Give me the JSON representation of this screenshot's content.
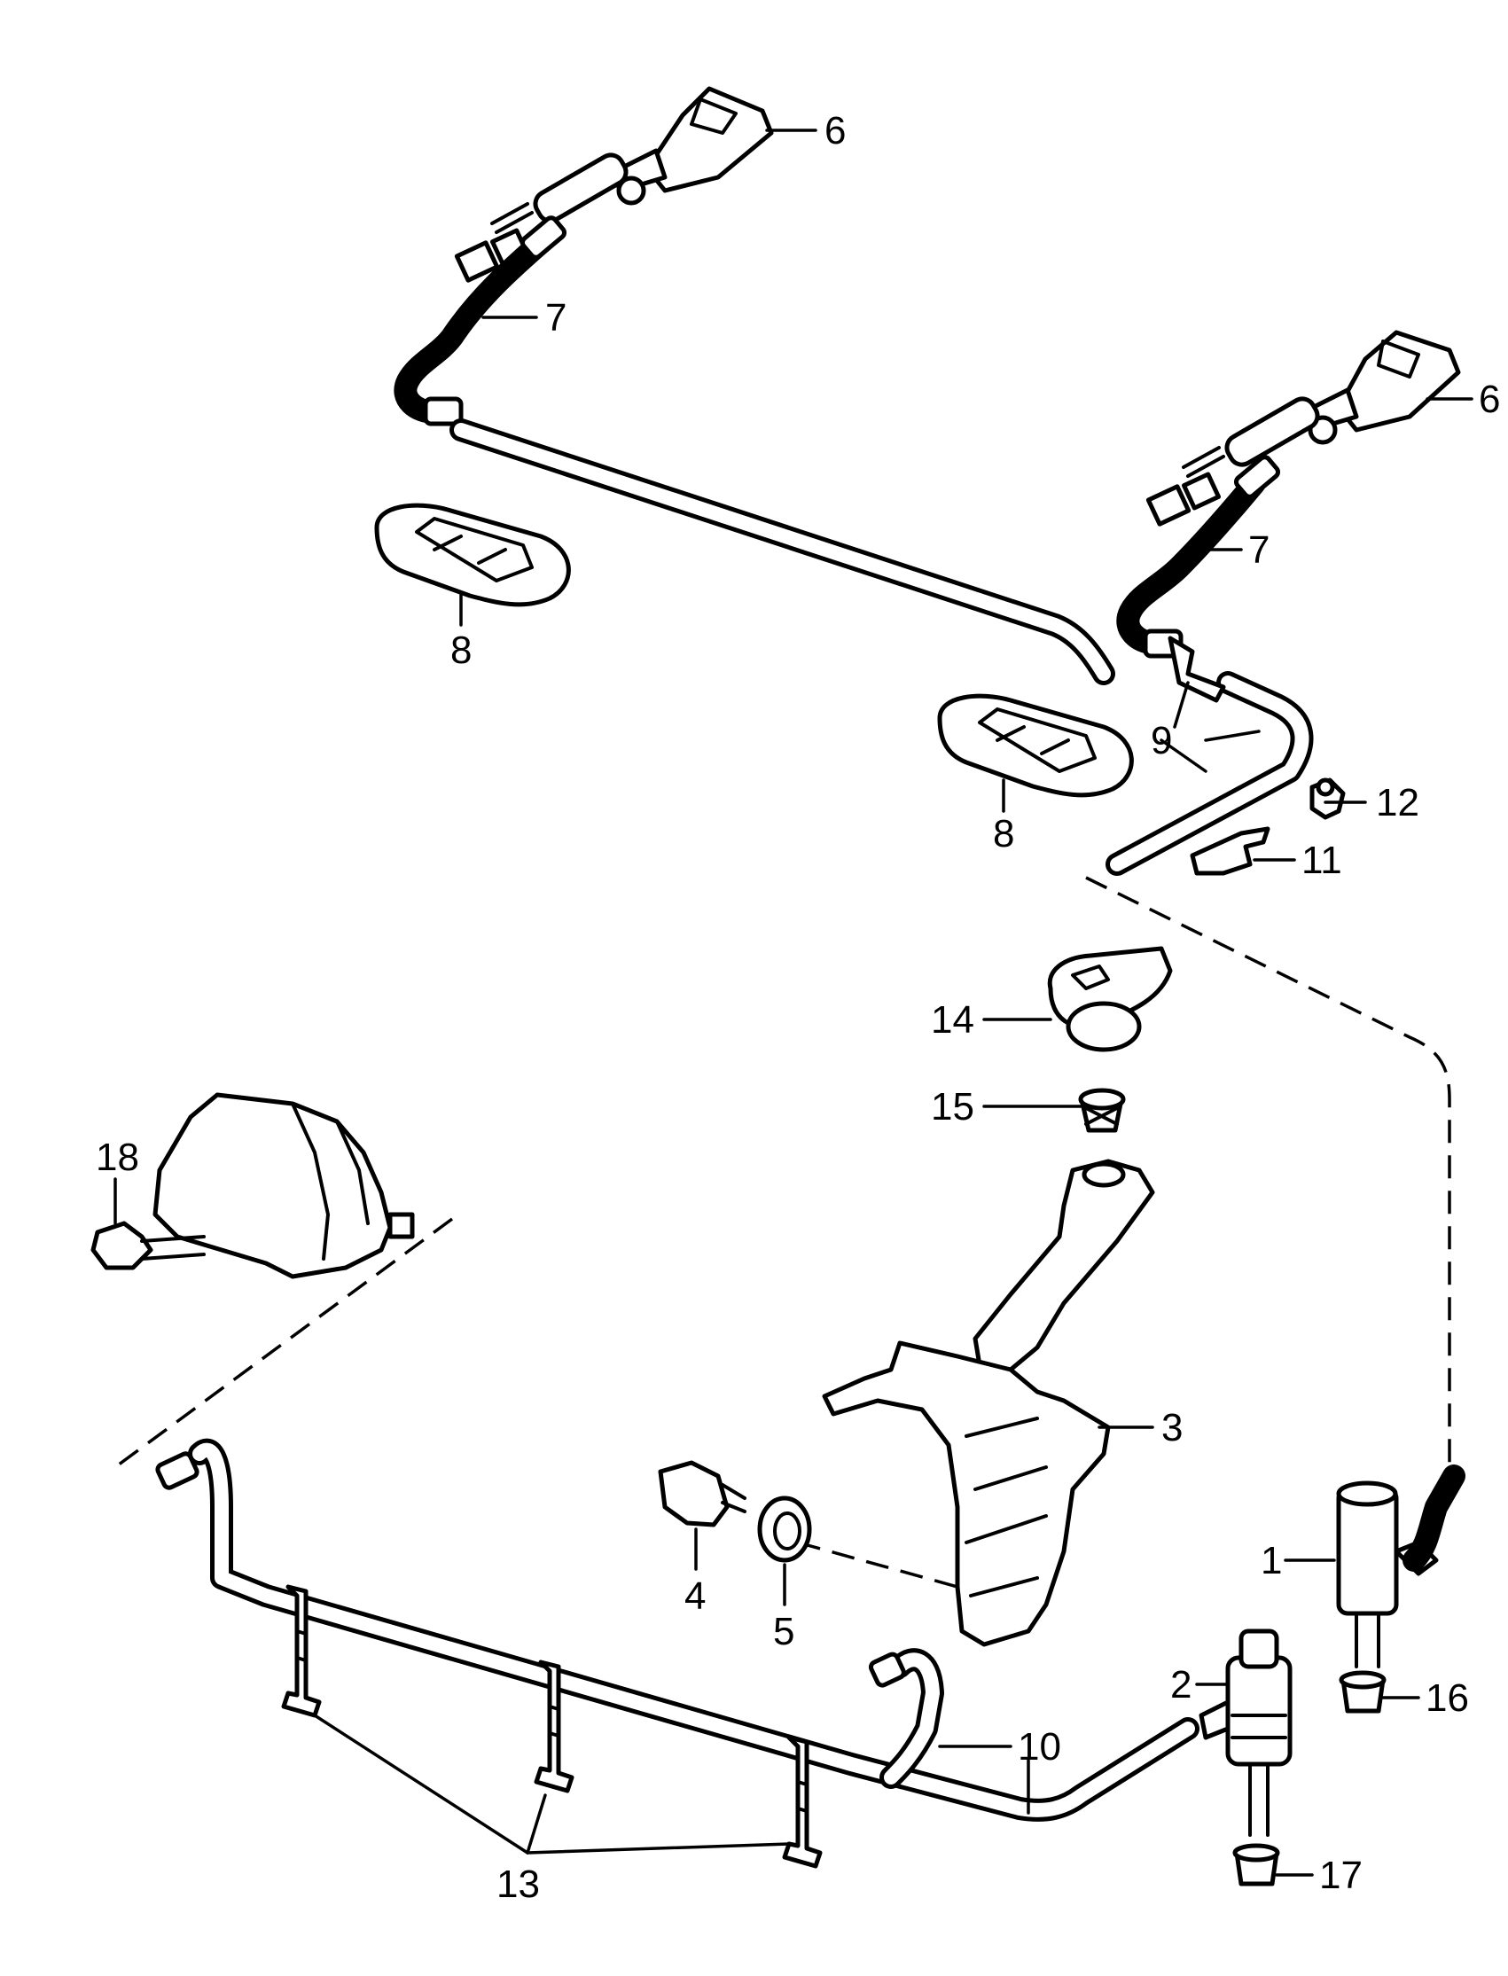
{
  "callouts": {
    "c1": "1",
    "c2": "2",
    "c3": "3",
    "c4": "4",
    "c5": "5",
    "c6a": "6",
    "c6b": "6",
    "c7a": "7",
    "c7b": "7",
    "c8a": "8",
    "c8b": "8",
    "c9": "9",
    "c10": "10",
    "c11": "11",
    "c12": "12",
    "c13": "13",
    "c14": "14",
    "c15": "15",
    "c16": "16",
    "c17": "17",
    "c18": "18"
  },
  "colors": {
    "line": "#000000",
    "background": "#ffffff"
  }
}
